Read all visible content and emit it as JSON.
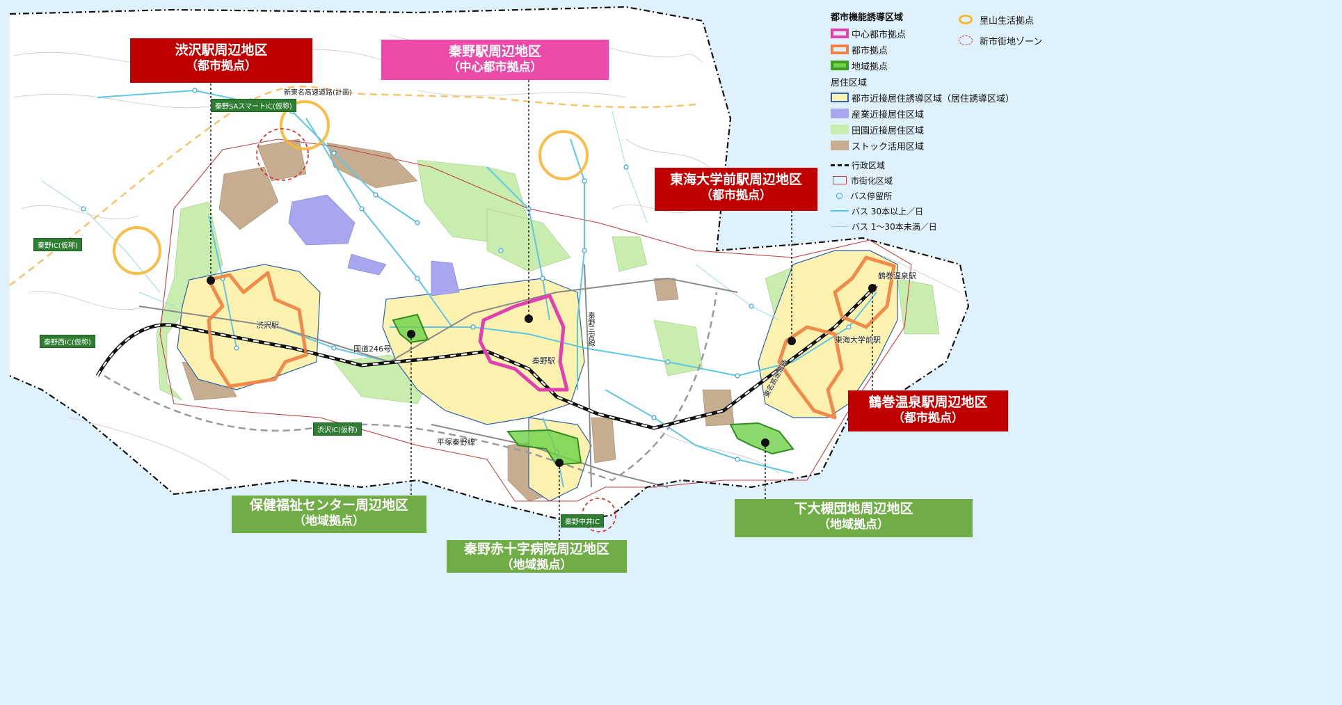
{
  "callouts": {
    "shibusawa": {
      "title": "渋沢駅周辺地区",
      "sub": "（都市拠点）"
    },
    "hadano": {
      "title": "秦野駅周辺地区",
      "sub": "（中心都市拠点）"
    },
    "tokai": {
      "title": "東海大学前駅周辺地区",
      "sub": "（都市拠点）"
    },
    "tsurumaki": {
      "title": "鶴巻温泉駅周辺地区",
      "sub": "（都市拠点）"
    },
    "hoken": {
      "title": "保健福祉センター周辺地区",
      "sub": "（地域拠点）"
    },
    "sekijuji": {
      "title": "秦野赤十字病院周辺地区",
      "sub": "（地域拠点）"
    },
    "shimoozuki": {
      "title": "下大槻団地周辺地区",
      "sub": "（地域拠点）"
    }
  },
  "ic_tags": {
    "sa_smart": "秦野SAスマートIC(仮称)",
    "hadano_ic": "秦野IC(仮称)",
    "hadano_nishi": "秦野西IC(仮称)",
    "shibusawa_ic": "渋沢IC(仮称)",
    "nakai_ic": "秦野中井IC"
  },
  "map_labels": {
    "expressway_plan": "新東名高速道路(計画)",
    "shibusawa_station": "渋沢駅",
    "route246": "国道246号",
    "hadano_station": "秦野駅",
    "sannomiya_line": "秦野三宮線",
    "hiratsuka_line": "平塚秦野線",
    "tokai_station": "東海大学前駅",
    "tsurumaki_station": "鶴巻温泉駅",
    "tomei": "東名高速道路"
  },
  "legend": {
    "toshi_kino_head": "都市機能誘導区域",
    "central_hub": "中心都市拠点",
    "urban_hub": "都市拠点",
    "regional_hub": "地域拠点",
    "satoyama": "里山生活拠点",
    "new_town": "新市街地ゾーン",
    "kyoju_head": "居住区域",
    "urban_adjacent": "都市近接居住誘導区域（居住誘導区域）",
    "industry_adjacent": "産業近接居住区域",
    "rural_adjacent": "田園近接居住区域",
    "stock": "ストック活用区域",
    "admin_boundary": "行政区域",
    "urbanization": "市街化区域",
    "bus_stop": "バス停留所",
    "bus_30plus": "バス 30本以上／日",
    "bus_1to30": "バス 1〜30本未満／日"
  },
  "colors": {
    "background": "#dff1fb",
    "central_hub": "#e040b0",
    "urban_hub": "#f08040",
    "regional_hub": "#4caf2a",
    "urban_adjacent_fill": "#fbf2b0",
    "urban_adjacent_border": "#2e5fb0",
    "industry_adjacent": "#a9a6f0",
    "rural_adjacent": "#c9ecaf",
    "stock": "#c7ad8f",
    "urbanization_line": "#c04040",
    "bus_line": "#5ec6e6",
    "callout_red": "#c00000",
    "callout_pink": "#ec4aa9",
    "callout_green": "#70ad47",
    "satoyama_ring": "#f7b733"
  }
}
